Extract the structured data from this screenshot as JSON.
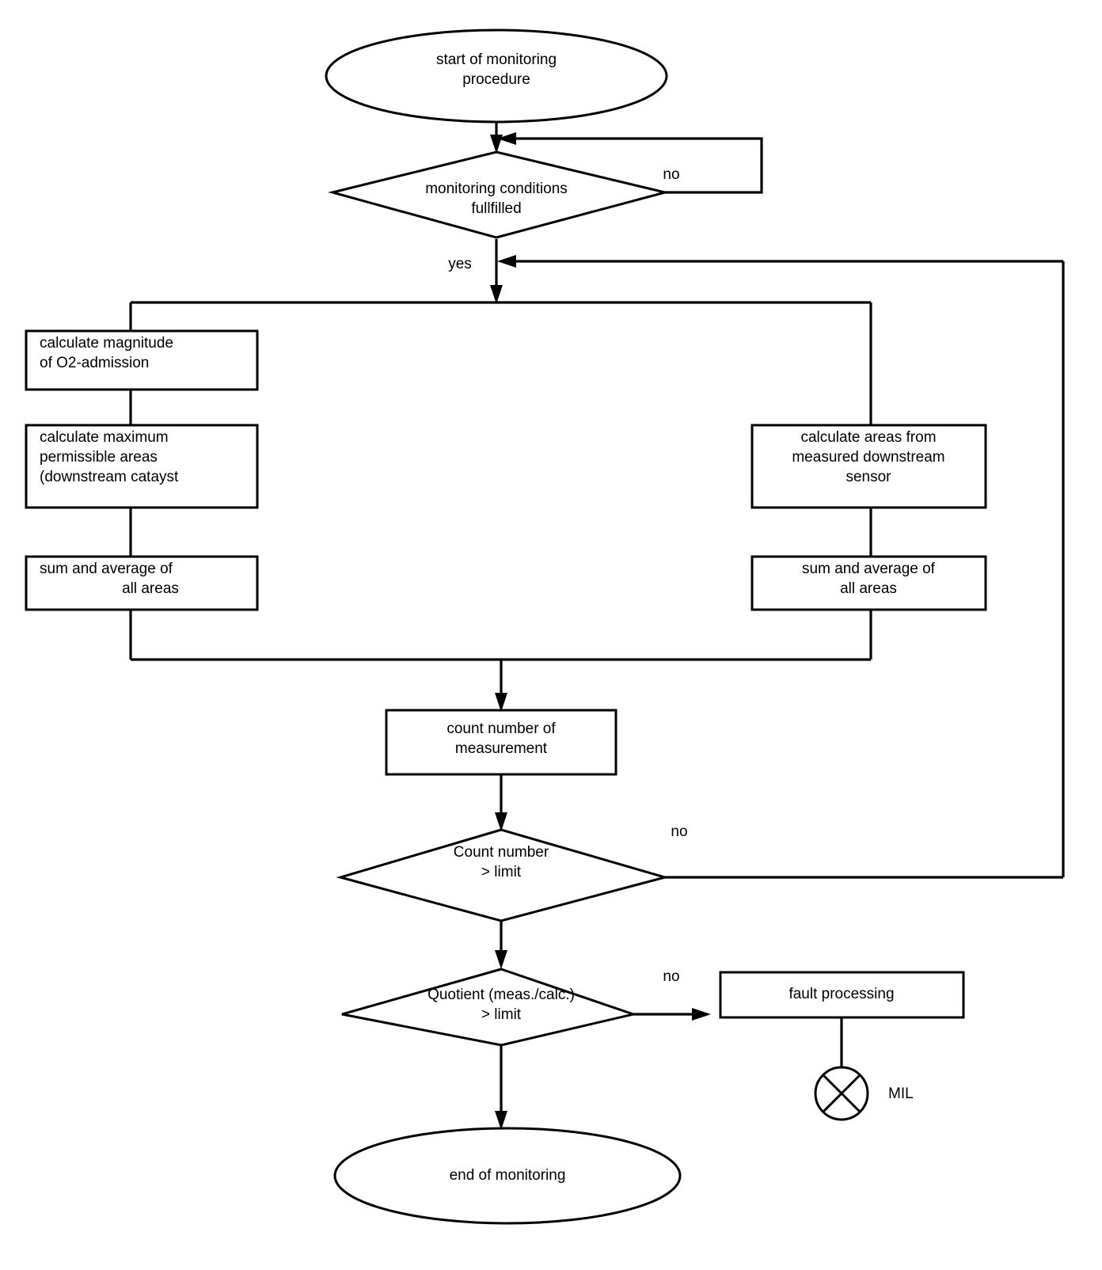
{
  "diagram": {
    "title": "monitoring procedure flowchart",
    "type": "flowchart",
    "colors": {
      "stroke": "#000000",
      "fill": "#ffffff",
      "background": "#ffffff"
    },
    "nodes": {
      "start": {
        "shape": "ellipse",
        "line1": "start of monitoring",
        "line2": "procedure"
      },
      "decision_conditions": {
        "shape": "diamond",
        "line1": "monitoring conditions",
        "line2": "fullfilled"
      },
      "calc_magnitude": {
        "shape": "rectangle",
        "line1": "calculate magnitude",
        "line2": "of O2-admission"
      },
      "calc_max_permissible": {
        "shape": "rectangle",
        "line1": "calculate maximum",
        "line2": "permissible areas",
        "line3": "(downstream catayst"
      },
      "sum_average_left": {
        "shape": "rectangle",
        "line1": "sum and average of",
        "line2": "all areas"
      },
      "calc_areas_measured": {
        "shape": "rectangle",
        "line1": "calculate areas from",
        "line2": "measured downstream",
        "line3": "sensor"
      },
      "sum_average_right": {
        "shape": "rectangle",
        "line1": "sum and average of",
        "line2": "all areas"
      },
      "count_number": {
        "shape": "rectangle",
        "line1": "count number of",
        "line2": "measurement"
      },
      "decision_count": {
        "shape": "diamond",
        "line1": "Count number",
        "line2": "> limit"
      },
      "decision_quotient": {
        "shape": "diamond",
        "line1": "Quotient (meas./calc.)",
        "line2": "> limit"
      },
      "fault_processing": {
        "shape": "rectangle",
        "line1": "fault processing"
      },
      "mil_indicator": {
        "shape": "circle-cross",
        "label": "MIL"
      },
      "end": {
        "shape": "ellipse",
        "line1": "end of monitoring"
      }
    },
    "edge_labels": {
      "conditions_no": "no",
      "conditions_yes": "yes",
      "count_no": "no",
      "quotient_no": "no"
    }
  }
}
